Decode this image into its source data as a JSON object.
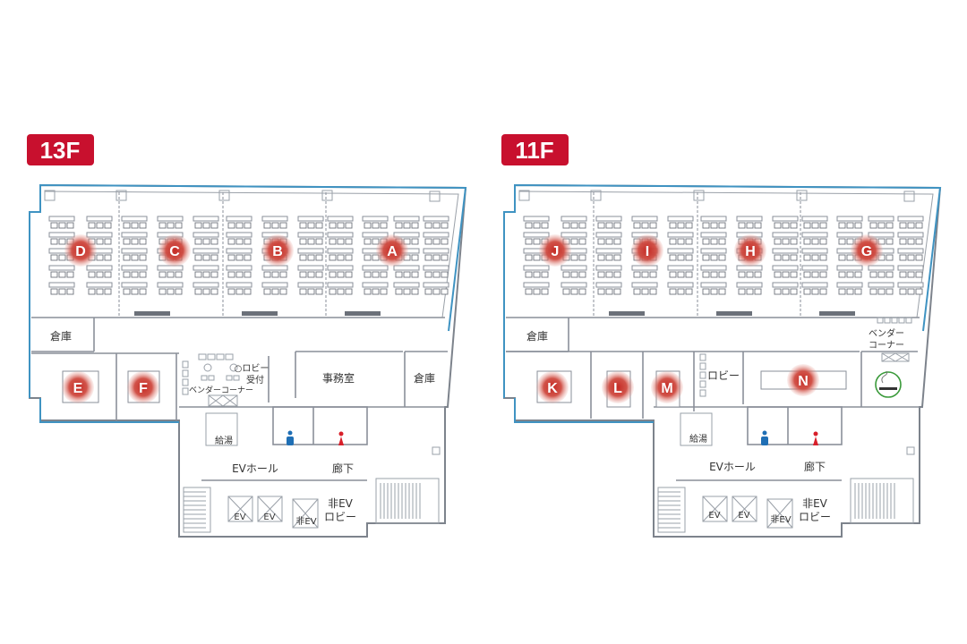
{
  "colors": {
    "badge": "#c8102e",
    "marker": "#c0302a",
    "glass": "#3f93c2",
    "male": "#1f6fb5",
    "female": "#d81f2a",
    "smoking": "#3a9a3a"
  },
  "floors": [
    {
      "label": "13F",
      "markers": [
        "D",
        "C",
        "B",
        "A",
        "E",
        "F"
      ],
      "rooms": {
        "storage1": "倉庫",
        "office": "事務室",
        "storage2": "倉庫",
        "lobby": "○ロビー",
        "reception": "受付",
        "vending": "ベンダーコーナー",
        "kitchen": "給湯",
        "ev_hall": "EVホール",
        "corridor": "廊下",
        "emg_ev_lobby_1": "非EV",
        "emg_ev_lobby_2": "ロビー",
        "ev1": "EV",
        "ev2": "EV",
        "emg_ev": "非EV"
      }
    },
    {
      "label": "11F",
      "markers": [
        "J",
        "I",
        "H",
        "G",
        "K",
        "L",
        "M",
        "N"
      ],
      "rooms": {
        "storage1": "倉庫",
        "vending1": "ベンダー",
        "vending2": "コーナー",
        "lobby": "ロビー",
        "kitchen": "給湯",
        "ev_hall": "EVホール",
        "corridor": "廊下",
        "emg_ev_lobby_1": "非EV",
        "emg_ev_lobby_2": "ロビー",
        "ev1": "EV",
        "ev2": "EV",
        "emg_ev": "非EV"
      },
      "icons": [
        "smoking-area-icon"
      ]
    }
  ]
}
